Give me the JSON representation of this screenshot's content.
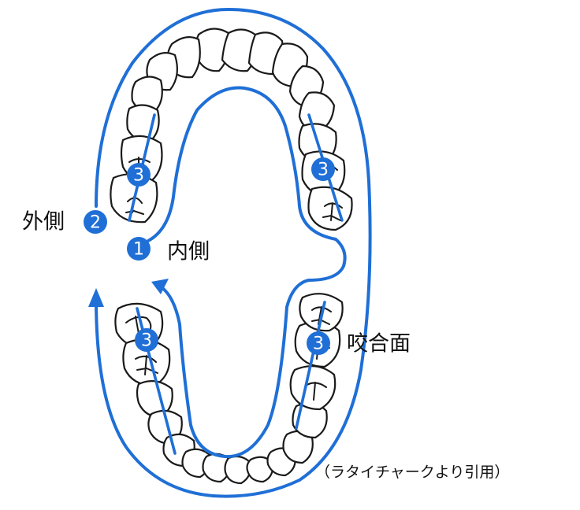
{
  "colors": {
    "accent_blue": "#1f6fd6",
    "outline": "#1a1a1a",
    "background": "#ffffff"
  },
  "labels": {
    "outer": "外側",
    "inner": "内側",
    "occlusal": "咬合面"
  },
  "badges": {
    "one": "1",
    "two": "2",
    "three": "3"
  },
  "caption": "（ラタイチャークより引用）"
}
